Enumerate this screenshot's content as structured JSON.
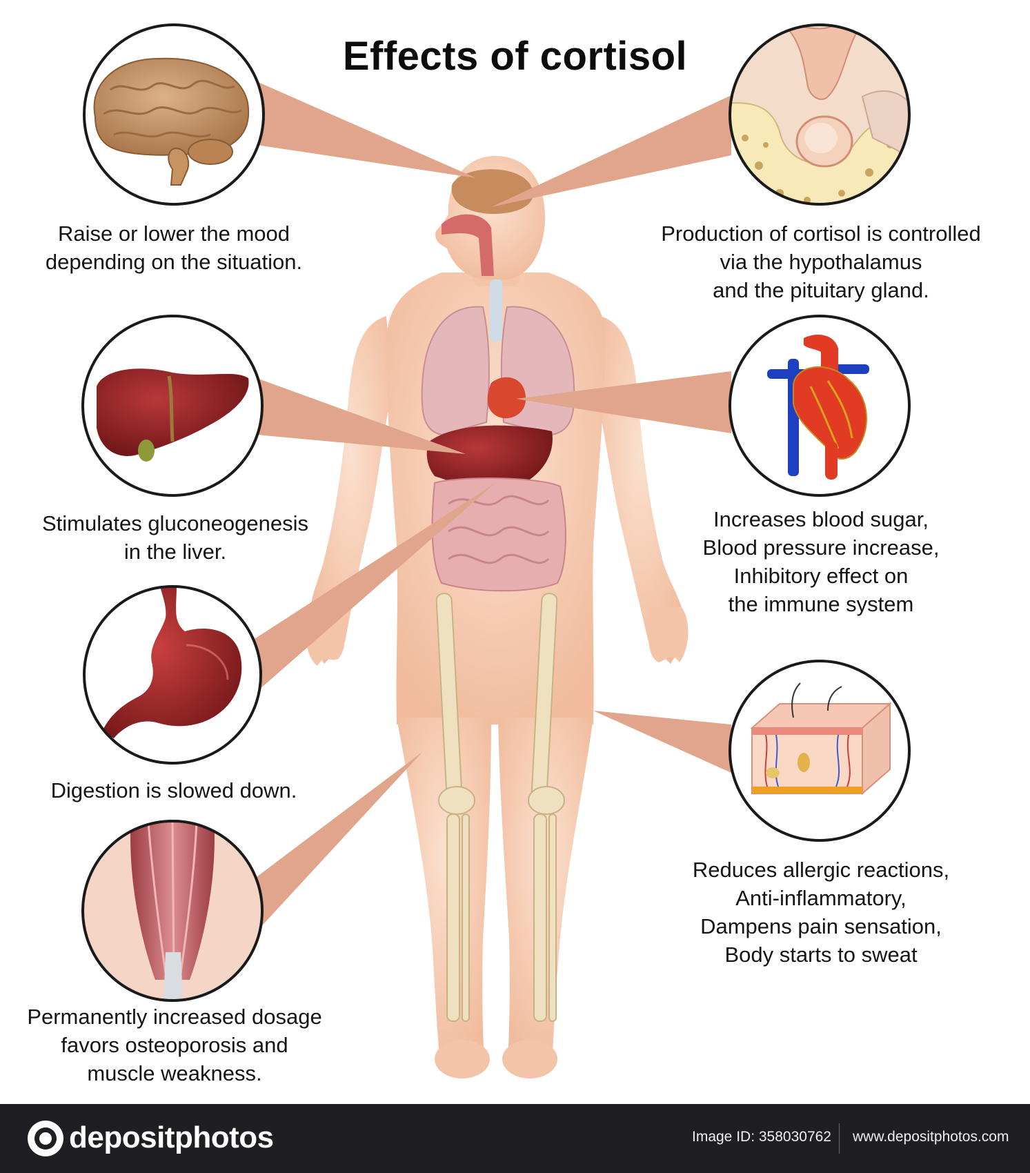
{
  "title": "Effects of cortisol",
  "effects": [
    {
      "id": "brain",
      "lines": [
        "Raise or lower the mood",
        "depending on the situation."
      ]
    },
    {
      "id": "pituitary",
      "lines": [
        "Production of cortisol is controlled",
        "via the hypothalamus",
        "and the pituitary gland."
      ]
    },
    {
      "id": "liver",
      "lines": [
        "Stimulates gluconeogenesis",
        "in the liver."
      ]
    },
    {
      "id": "heart",
      "lines": [
        "Increases blood sugar,",
        "Blood pressure increase,",
        "Inhibitory effect on",
        "the immune system"
      ]
    },
    {
      "id": "stomach",
      "lines": [
        "Digestion is slowed down."
      ]
    },
    {
      "id": "skin",
      "lines": [
        "Reduces allergic reactions,",
        "Anti-inflammatory,",
        "Dampens pain sensation,",
        "Body starts to sweat"
      ]
    },
    {
      "id": "muscle",
      "lines": [
        "Permanently increased dosage",
        "favors osteoporosis and",
        "muscle weakness."
      ]
    }
  ],
  "watermark": "depositphotos",
  "footer": {
    "brand": "depositphotos",
    "image_id": "Image ID: 358030762",
    "site": "www.depositphotos.com"
  },
  "colors": {
    "pointer": "#e0a58b",
    "skin": "#f6cdb4",
    "organ_red": "#a3262a",
    "footer_bg": "#1f1e23"
  }
}
